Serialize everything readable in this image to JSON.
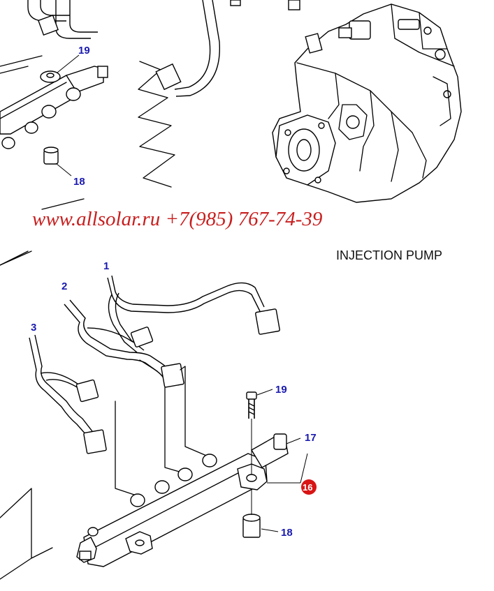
{
  "title": "INJECTION PUMP",
  "watermark": "www.allsolar.ru +7(985) 767-74-39",
  "callouts": {
    "top_19": "19",
    "top_18": "18",
    "p1": "1",
    "p2": "2",
    "p3": "3",
    "p19": "19",
    "p17": "17",
    "p16": "16",
    "p18": "18"
  },
  "colors": {
    "callout": "#1a1ab0",
    "watermark": "#c81e1e",
    "highlight_badge": "#d81414"
  }
}
